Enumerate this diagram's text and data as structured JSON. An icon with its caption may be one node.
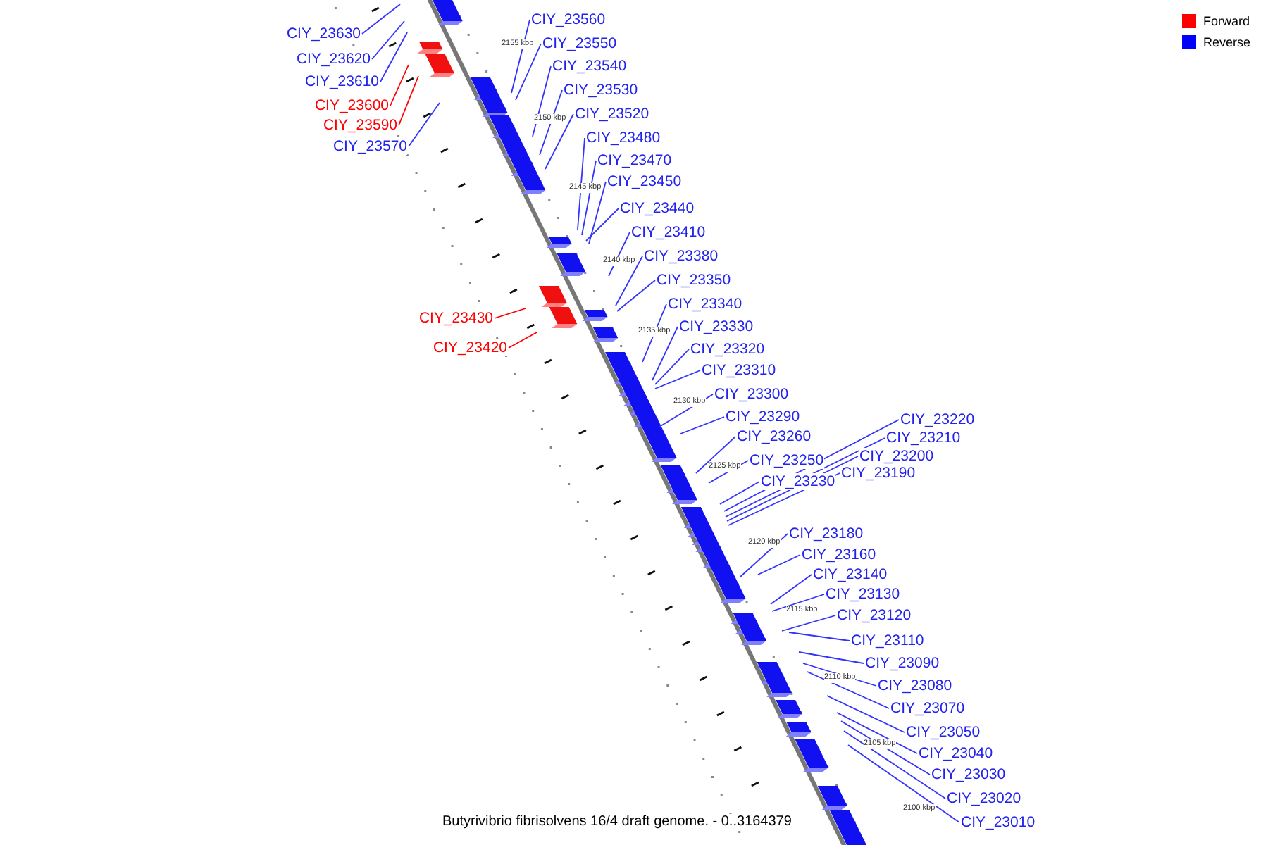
{
  "diagram": {
    "caption": "Butyrivibrio fibrisolvens 16/4 draft genome. - 0..3164379",
    "nodes": [
      {
        "text": [
          "CIY_23630"
        ]
      },
      {
        "text": [
          "CIY_23620"
        ]
      },
      {
        "text": [
          "CIY_23610"
        ]
      },
      {
        "text": [
          "CIY_23600"
        ]
      },
      {
        "text": [
          "CIY_23590"
        ]
      },
      {
        "text": [
          "CIY_23570"
        ]
      },
      {
        "text": [
          "CIY_23560"
        ]
      },
      {
        "text": [
          "CIY_23550"
        ]
      },
      {
        "text": [
          "CIY_23540"
        ]
      },
      {
        "text": [
          "CIY_23530"
        ]
      },
      {
        "text": [
          "CIY_23520"
        ]
      },
      {
        "text": [
          "CIY_23480"
        ]
      },
      {
        "text": [
          "CIY_23470"
        ]
      },
      {
        "text": [
          "CIY_23450"
        ]
      },
      {
        "text": [
          "CIY_23440"
        ]
      },
      {
        "text": [
          "CIY_23410"
        ]
      },
      {
        "text": [
          "CIY_23380"
        ]
      },
      {
        "text": [
          "CIY_23350"
        ]
      },
      {
        "text": [
          "CIY_23340"
        ]
      },
      {
        "text": [
          "CIY_23330"
        ]
      },
      {
        "text": [
          "CIY_23320"
        ]
      },
      {
        "text": [
          "CIY_23310"
        ]
      },
      {
        "text": [
          "CIY_23300"
        ]
      },
      {
        "text": [
          "CIY_23290"
        ]
      },
      {
        "text": [
          "CIY_23260"
        ]
      },
      {
        "text": [
          "CIY_23250"
        ]
      },
      {
        "text": [
          "CIY_23230"
        ]
      },
      {
        "text": [
          "CIY_23220"
        ]
      },
      {
        "text": [
          "CIY_23210"
        ]
      },
      {
        "text": [
          "CIY_23200"
        ]
      },
      {
        "text": [
          "CIY_23190"
        ]
      },
      {
        "text": [
          "CIY_23180"
        ]
      },
      {
        "text": [
          "CIY_23160"
        ]
      },
      {
        "text": [
          "CIY_23140"
        ]
      },
      {
        "text": [
          "CIY_23130"
        ]
      },
      {
        "text": [
          "CIY_23120"
        ]
      },
      {
        "text": [
          "CIY_23110"
        ]
      },
      {
        "text": [
          "CIY_23090"
        ]
      },
      {
        "text": [
          "CIY_23080"
        ]
      },
      {
        "text": [
          "CIY_23070"
        ]
      },
      {
        "text": [
          "CIY_23050"
        ]
      },
      {
        "text": [
          "CIY_23040"
        ]
      },
      {
        "text": [
          "CIY_23030"
        ]
      },
      {
        "text": [
          "CIY_23020"
        ]
      },
      {
        "text": [
          "CIY_23010"
        ]
      },
      {
        "text": [
          "CIY_23430"
        ]
      },
      {
        "text": [
          "CIY_23420"
        ]
      }
    ],
    "edges": [
      {
        "from": 0,
        "to": null,
        "arrow": "none"
      },
      {
        "from": 1,
        "to": null,
        "arrow": "none"
      },
      {
        "from": 2,
        "to": null,
        "arrow": "none"
      },
      {
        "from": 3,
        "to": null,
        "arrow": "none",
        "color": "#ff0000"
      },
      {
        "from": 4,
        "to": null,
        "arrow": "none",
        "color": "#ff0000"
      },
      {
        "from": 5,
        "to": null,
        "arrow": "none"
      },
      {
        "from": 6,
        "to": null,
        "arrow": "none"
      },
      {
        "from": 7,
        "to": null,
        "arrow": "none"
      },
      {
        "from": 8,
        "to": null,
        "arrow": "none"
      },
      {
        "from": 9,
        "to": null,
        "arrow": "none"
      },
      {
        "from": 10,
        "to": null,
        "arrow": "none"
      },
      {
        "from": 11,
        "to": null,
        "arrow": "none"
      },
      {
        "from": 12,
        "to": null,
        "arrow": "none"
      },
      {
        "from": 13,
        "to": null,
        "arrow": "none"
      },
      {
        "from": 14,
        "to": null,
        "arrow": "none"
      },
      {
        "from": 15,
        "to": null,
        "arrow": "none"
      },
      {
        "from": 16,
        "to": null,
        "arrow": "none"
      },
      {
        "from": 17,
        "to": null,
        "arrow": "none"
      },
      {
        "from": 18,
        "to": null,
        "arrow": "none"
      },
      {
        "from": 19,
        "to": null,
        "arrow": "none"
      },
      {
        "from": 20,
        "to": null,
        "arrow": "none"
      },
      {
        "from": 21,
        "to": null,
        "arrow": "none"
      },
      {
        "from": 22,
        "to": null,
        "arrow": "none"
      },
      {
        "from": 23,
        "to": null,
        "arrow": "none"
      },
      {
        "from": 24,
        "to": null,
        "arrow": "none"
      },
      {
        "from": 25,
        "to": null,
        "arrow": "none"
      },
      {
        "from": 26,
        "to": null,
        "arrow": "none"
      },
      {
        "from": 27,
        "to": null,
        "arrow": "none"
      },
      {
        "from": 28,
        "to": null,
        "arrow": "none"
      },
      {
        "from": 29,
        "to": null,
        "arrow": "none"
      },
      {
        "from": 30,
        "to": null,
        "arrow": "none"
      },
      {
        "from": 31,
        "to": null,
        "arrow": "none"
      },
      {
        "from": 32,
        "to": null,
        "arrow": "none"
      },
      {
        "from": 33,
        "to": null,
        "arrow": "none"
      },
      {
        "from": 34,
        "to": null,
        "arrow": "none"
      },
      {
        "from": 35,
        "to": null,
        "arrow": "none"
      },
      {
        "from": 36,
        "to": null,
        "arrow": "none"
      },
      {
        "from": 37,
        "to": null,
        "arrow": "none"
      },
      {
        "from": 38,
        "to": null,
        "arrow": "none"
      },
      {
        "from": 39,
        "to": null,
        "arrow": "none"
      },
      {
        "from": 40,
        "to": null,
        "arrow": "none"
      },
      {
        "from": 41,
        "to": null,
        "arrow": "none"
      },
      {
        "from": 42,
        "to": null,
        "arrow": "none"
      },
      {
        "from": 43,
        "to": null,
        "arrow": "none"
      },
      {
        "from": 44,
        "to": null,
        "arrow": "none"
      },
      {
        "from": 45,
        "to": null,
        "arrow": "none",
        "color": "#ff0000"
      },
      {
        "from": 46,
        "to": null,
        "arrow": "none",
        "color": "#ff0000"
      }
    ],
    "labels": [
      "2155 kbp",
      "2150 kbp",
      "2145 kbp",
      "2140 kbp",
      "2135 kbp",
      "2130 kbp",
      "2125 kbp",
      "2120 kbp",
      "2115 kbp",
      "2110 kbp",
      "2105 kbp",
      "2100 kbp"
    ],
    "legend": [
      {
        "text": "Forward",
        "color": "#ff0000"
      },
      {
        "text": "Reverse",
        "color": "#0000ff"
      }
    ]
  }
}
